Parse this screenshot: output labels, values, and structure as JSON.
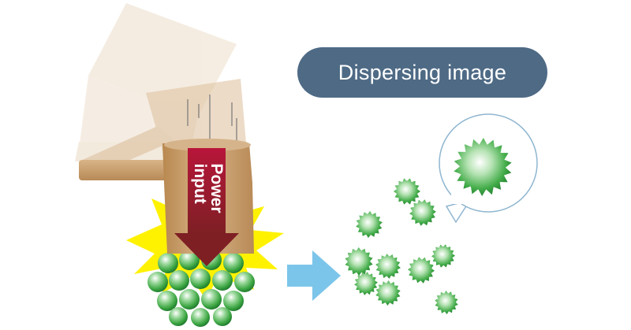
{
  "title": "Dispersing image",
  "arrow_label": {
    "line1": "Power",
    "line2": "input"
  },
  "colors": {
    "pill": "#4e6a85",
    "hammer_light": "#ecdcc7",
    "hammer_mid": "#ddbf9a",
    "hammer_dark": "#c79a68",
    "power_arrow_top": "#a2162f",
    "power_arrow_bottom": "#8a1f28",
    "flash": "#fff200",
    "particle_green": "#3fa845",
    "blue_arrow": "#7cc5ea"
  }
}
